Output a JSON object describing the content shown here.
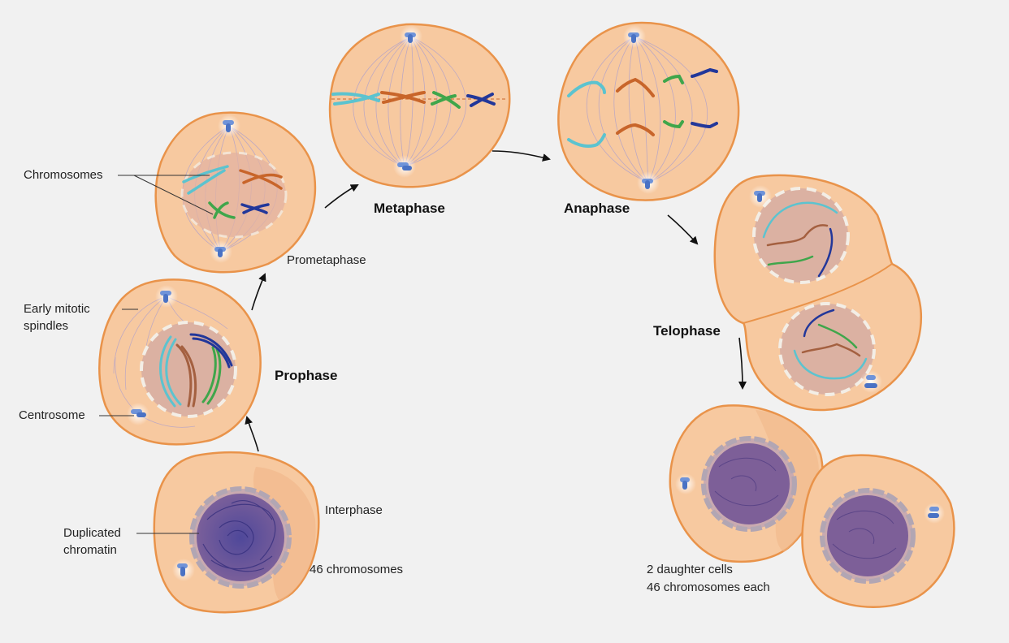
{
  "phases": {
    "prometaphase": "Prometaphase",
    "metaphase": "Metaphase",
    "anaphase": "Anaphase",
    "telophase": "Telophase",
    "prophase": "Prophase",
    "interphase": "Interphase"
  },
  "annotations": {
    "chromosomes": "Chromosomes",
    "early_spindles_line1": "Early mitotic",
    "early_spindles_line2": "spindles",
    "centrosome": "Centrosome",
    "duplicated_line1": "Duplicated",
    "duplicated_line2": "chromatin",
    "count_46": "46 chromosomes",
    "daughter_line1": "2 daughter cells",
    "daughter_line2": "46 chromosomes each"
  },
  "colors": {
    "background": "#f1f1f1",
    "cell_fill": "#f7c9a0",
    "cell_stroke": "#e9934a",
    "nucleus_fill": "#dbb1a2",
    "chromatin": "#53498f",
    "centrosome": "#6f93d9",
    "chromosome_cyan": "#5cc3cf",
    "chromosome_orange": "#c8652a",
    "chromosome_green": "#3fa64b",
    "chromosome_blue": "#22379a",
    "spindle": "#b4a3c8"
  }
}
